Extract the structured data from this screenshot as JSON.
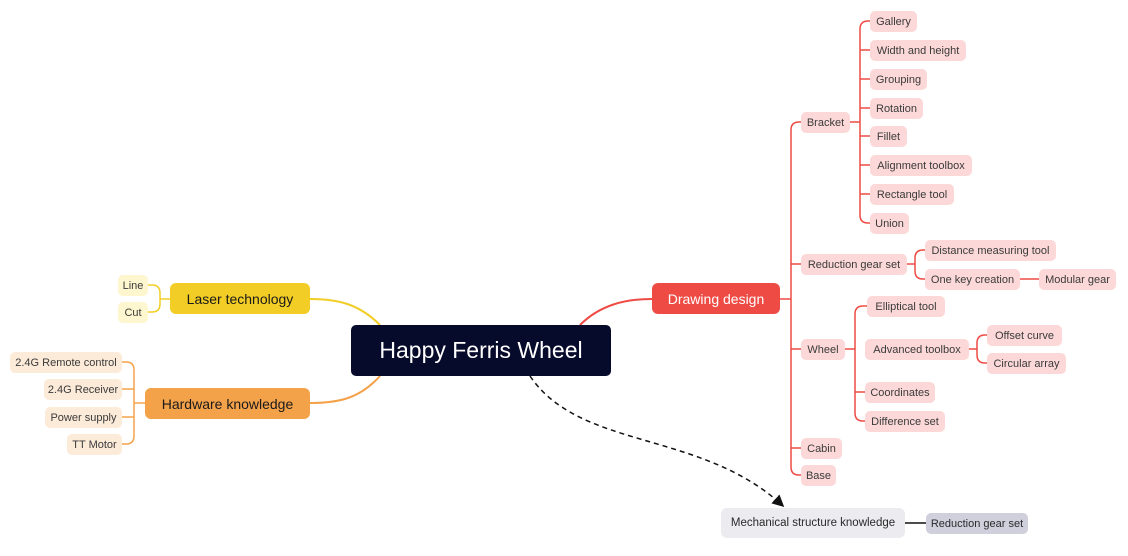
{
  "root": {
    "label": "Happy Ferris Wheel"
  },
  "drawing": {
    "label": "Drawing design",
    "bracket": {
      "label": "Bracket",
      "items": [
        "Gallery",
        "Width and height",
        "Grouping",
        "Rotation",
        "Fillet",
        "Alignment toolbox",
        "Rectangle tool",
        "Union"
      ]
    },
    "reduction": {
      "label": "Reduction gear set",
      "distance": "Distance measuring tool",
      "one_key": "One key creation",
      "modular": "Modular gear"
    },
    "wheel": {
      "label": "Wheel",
      "elliptical": "Elliptical tool",
      "advanced": "Advanced toolbox",
      "offset": "Offset curve",
      "circular": "Circular array",
      "coordinates": "Coordinates",
      "difference": "Difference set"
    },
    "cabin": "Cabin",
    "base": "Base"
  },
  "laser": {
    "label": "Laser technology",
    "items": [
      "Line",
      "Cut"
    ]
  },
  "hardware": {
    "label": "Hardware knowledge",
    "items": [
      "2.4G Remote control",
      "2.4G Receiver",
      "Power supply",
      "TT Motor"
    ]
  },
  "mechanical": {
    "label": "Mechanical structure knowledge",
    "child": "Reduction gear set"
  },
  "colors": {
    "root": "#060a2b",
    "drawing": "#ee4b44",
    "laser": "#f2cd25",
    "hardware": "#f4a24a",
    "mechanical": "#ececf0"
  }
}
